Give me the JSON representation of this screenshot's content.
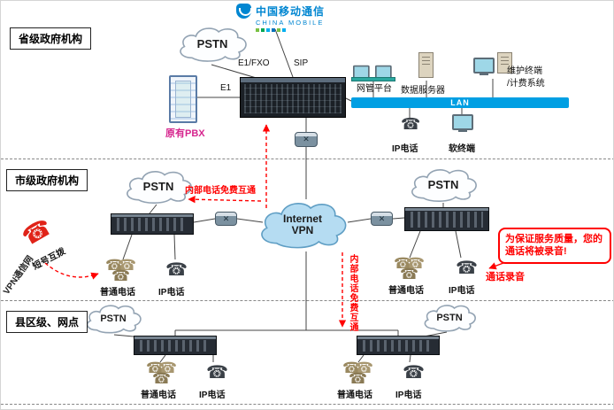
{
  "logo": {
    "cn": "中国移动通信",
    "en": "CHINA MOBILE"
  },
  "sections": {
    "provincial": "省级政府机构",
    "municipal": "市级政府机构",
    "county": "县区级、网点"
  },
  "clouds": {
    "pstn": "PSTN",
    "vpn_line1": "Internet",
    "vpn_line2": "VPN"
  },
  "links": {
    "e1_fxo": "E1/FXO",
    "sip": "SIP",
    "e1": "E1",
    "lan": "LAN"
  },
  "top_devices": {
    "pbx_label": "原有PBX",
    "nms_label": "网管平台",
    "data_server_label": "数据服务器",
    "maint_line1": "维护终端",
    "maint_line2": "/计费系统",
    "ip_phone_label": "IP电话",
    "soft_terminal_label": "软终端"
  },
  "phone_labels": {
    "ordinary": "普通电话",
    "ip": "IP电话"
  },
  "annotations": {
    "free_call": "内部电话免费互通",
    "free_call_vertical": "内部电话免费互通",
    "short_dial": "短号互拨",
    "vpn_net": "VPN通信网",
    "bubble_text": "为保证服务质量，您的通话将被录音!",
    "recording": "通话录音"
  }
}
